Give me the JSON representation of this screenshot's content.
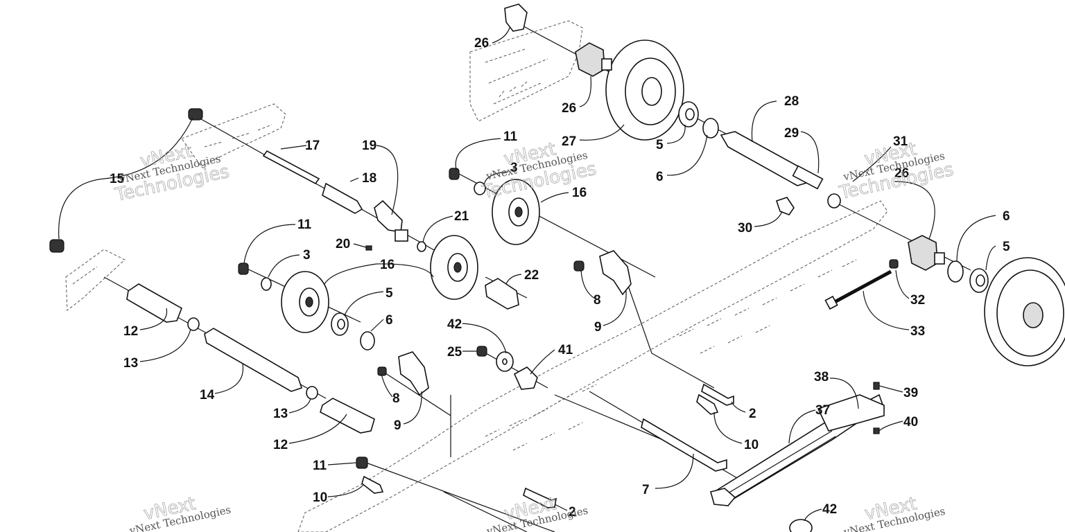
{
  "callouts": [
    "26",
    "26",
    "28",
    "27",
    "5",
    "29",
    "31",
    "6",
    "26",
    "16",
    "11",
    "3",
    "17",
    "19",
    "18",
    "15",
    "21",
    "11",
    "20",
    "3",
    "16",
    "5",
    "6",
    "12",
    "13",
    "14",
    "13",
    "12",
    "8",
    "9",
    "42",
    "25",
    "41",
    "22",
    "8",
    "9",
    "2",
    "10",
    "7",
    "38",
    "37",
    "39",
    "40",
    "11",
    "10",
    "2",
    "42",
    "30",
    "6",
    "5",
    "32",
    "33"
  ],
  "watermark": {
    "line1": "vNext Technologies",
    "line2a": "vNext",
    "line2b": "Technologies"
  },
  "colors": {
    "ink": "#111111",
    "background": "#ffffff",
    "watermark": "#555555"
  }
}
